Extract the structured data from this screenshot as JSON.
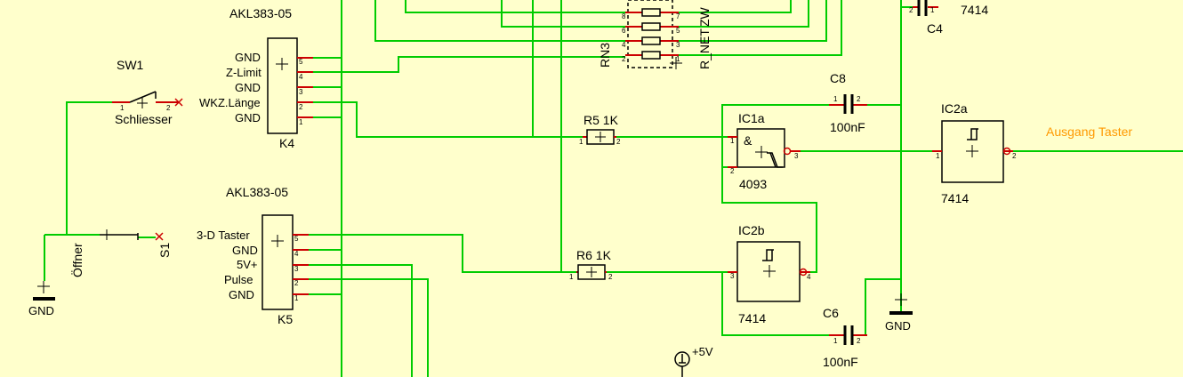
{
  "labels": {
    "sw1": "SW1",
    "schliesser": "Schliesser",
    "oeffner": "Öffner",
    "s1": "S1",
    "gnd": "GND",
    "k4_type": "AKL383-05",
    "k4": "K4",
    "k5_type": "AKL383-05",
    "k5": "K5",
    "rn3": "RN3",
    "rnet": "R_NET",
    "zw": "ZW",
    "r5": "R5 1K",
    "r6": "R6 1K",
    "ic1a": "IC1a",
    "ic1a_type": "4093",
    "and": "&",
    "ic2a": "IC2a",
    "ic2a_type": "7414",
    "ic2b": "IC2b",
    "ic2b_type": "7414",
    "c8": "C8",
    "c8_val": "100nF",
    "c6": "C6",
    "c6_val": "100nF",
    "c4": "C4",
    "ic_top_type": "7414",
    "vcc": "+5V",
    "output": "Ausgang Taster"
  },
  "k4_pins": [
    "GND",
    "Z-Limit",
    "GND",
    "WKZ.Länge",
    "GND"
  ],
  "k4_pin_nums": [
    "5",
    "4",
    "3",
    "2",
    "1"
  ],
  "k5_pins": [
    "3-D Taster",
    "GND",
    "5V+",
    "Pulse",
    "GND"
  ],
  "k5_pin_nums": [
    "5",
    "4",
    "3",
    "2",
    "1"
  ],
  "rn3_pins_left": [
    "8",
    "6",
    "4",
    "2"
  ],
  "rn3_pins_right": [
    "7",
    "5",
    "3",
    "1"
  ],
  "pin_numbers": {
    "sw1_1": "1",
    "sw1_2": "2",
    "r5_1": "1",
    "r5_2": "2",
    "r6_1": "1",
    "r6_2": "2",
    "ic1a_1": "1",
    "ic1a_2": "2",
    "ic1a_3": "3",
    "ic2a_1": "1",
    "ic2a_2": "2",
    "ic2b_3": "3",
    "ic2b_4": "4",
    "c8_1": "1",
    "c8_2": "2",
    "c6_1": "1",
    "c6_2": "2",
    "c4_1": "1",
    "c4_2": "2"
  },
  "colors": {
    "background": "#FFFFCC",
    "wire": "#00CC00",
    "pin": "#CC0000",
    "body": "#000000",
    "output_label": "#FF9900"
  }
}
